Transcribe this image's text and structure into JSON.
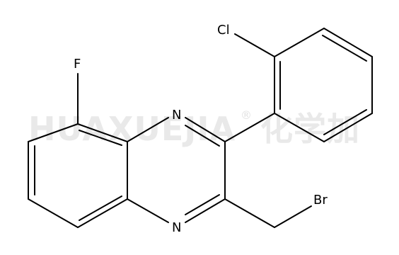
{
  "watermark": {
    "latin": "HUAXUEJIA",
    "mark": "®",
    "cjk": "化学加"
  },
  "atoms": {
    "fluorine": "F",
    "chlorine": "Cl",
    "bromine": "Br",
    "nitrogen_top": "N",
    "nitrogen_bottom": "N"
  },
  "colors": {
    "bond": "#000000",
    "watermark": "#e9e9e9"
  }
}
